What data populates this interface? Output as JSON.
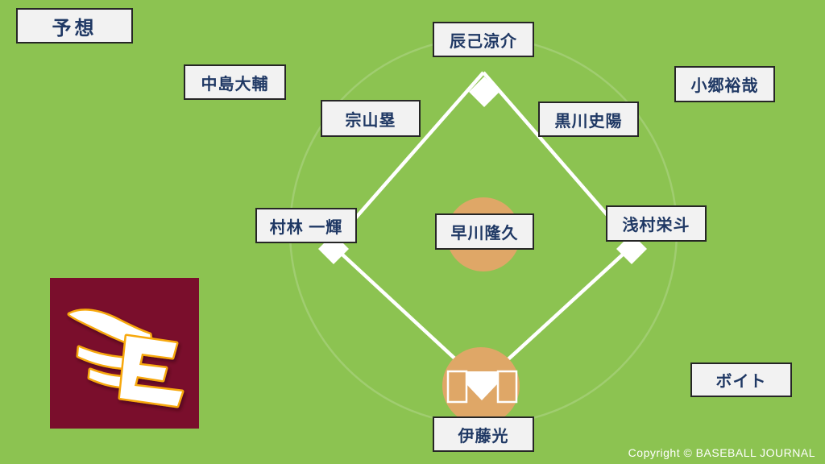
{
  "header": {
    "prediction_label": "予想"
  },
  "lineup": {
    "center_fielder": "辰己涼介",
    "left_fielder": "中島大輔",
    "right_fielder": "小郷裕哉",
    "shortstop": "宗山塁",
    "second_baseman": "黒川史陽",
    "third_baseman": "村林 一輝",
    "first_baseman": "浅村栄斗",
    "pitcher": "早川隆久",
    "catcher": "伊藤光",
    "designated_hitter": "ボイト"
  },
  "footer": {
    "copyright": "Copyright © BASEBALL JOURNAL"
  },
  "icons": {
    "team_logo": "rakuten-eagles-winged-e-logo"
  },
  "colors": {
    "field_green": "#8cc351",
    "dirt_tan": "#dfa767",
    "team_crimson": "#7a0e2c",
    "logo_gold": "#f7a80b",
    "label_text_navy": "#1f3864",
    "label_bg": "#f2f2f2",
    "label_border": "#262626",
    "line_white": "#ffffff"
  }
}
